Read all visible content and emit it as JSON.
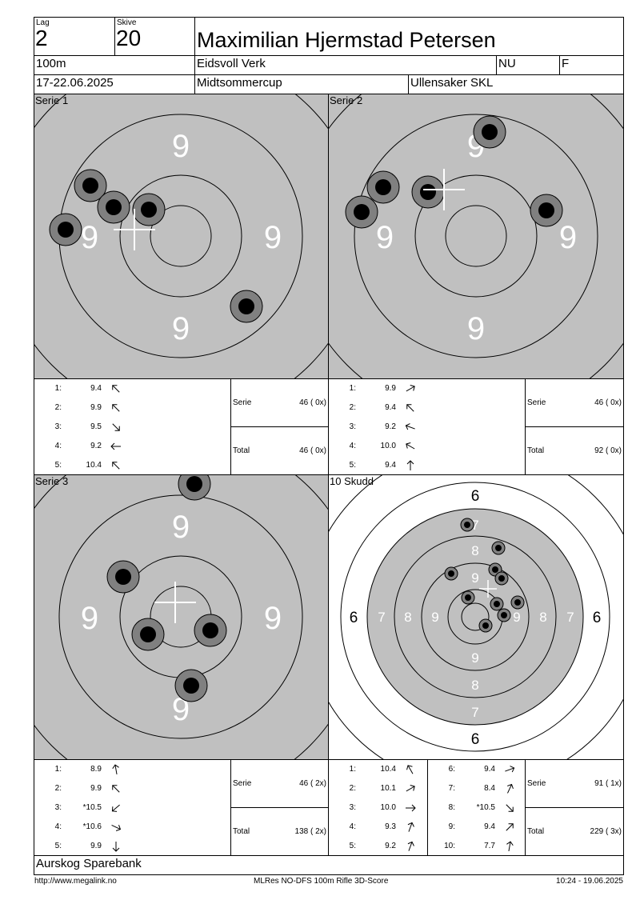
{
  "header": {
    "lag_label": "Lag",
    "lag_value": "2",
    "skive_label": "Skive",
    "skive_value": "20",
    "shooter_name": "Maximilian Hjermstad Petersen",
    "distance": "100m",
    "venue": "Eidsvoll Verk",
    "class": "NU",
    "category": "F",
    "dates": "17-22.06.2025",
    "competition": "Midtsommercup",
    "club": "Ullensaker SKL"
  },
  "series": [
    {
      "title": "Serie 1",
      "shots": [
        {
          "n": "1:",
          "v": "9.4",
          "dir": 315
        },
        {
          "n": "2:",
          "v": "9.9",
          "dir": 315
        },
        {
          "n": "3:",
          "v": "9.5",
          "dir": 135
        },
        {
          "n": "4:",
          "v": "9.2",
          "dir": 270
        },
        {
          "n": "5:",
          "v": "10.4",
          "dir": 315
        }
      ],
      "serie_label": "Serie",
      "serie_value": "46 ( 0x)",
      "total_label": "Total",
      "total_value": "46 ( 0x)"
    },
    {
      "title": "Serie 2",
      "shots": [
        {
          "n": "1:",
          "v": "9.9",
          "dir": 60
        },
        {
          "n": "2:",
          "v": "9.4",
          "dir": 315
        },
        {
          "n": "3:",
          "v": "9.2",
          "dir": 290
        },
        {
          "n": "4:",
          "v": "10.0",
          "dir": 300
        },
        {
          "n": "5:",
          "v": "9.4",
          "dir": 0
        }
      ],
      "serie_label": "Serie",
      "serie_value": "46 ( 0x)",
      "total_label": "Total",
      "total_value": "92 ( 0x)"
    },
    {
      "title": "Serie 3",
      "shots": [
        {
          "n": "1:",
          "v": "8.9",
          "dir": 350
        },
        {
          "n": "2:",
          "v": "9.9",
          "dir": 315
        },
        {
          "n": "3:",
          "v": "*10.5",
          "dir": 230
        },
        {
          "n": "4:",
          "v": "*10.6",
          "dir": 115
        },
        {
          "n": "5:",
          "v": "9.9",
          "dir": 180
        }
      ],
      "serie_label": "Serie",
      "serie_value": "46 ( 2x)",
      "total_label": "Total",
      "total_value": "138 ( 2x)"
    },
    {
      "title": "10 Skudd",
      "shots": [
        {
          "n": "1:",
          "v": "10.4",
          "dir": 330
        },
        {
          "n": "2:",
          "v": "10.1",
          "dir": 60
        },
        {
          "n": "3:",
          "v": "10.0",
          "dir": 90
        },
        {
          "n": "4:",
          "v": "9.3",
          "dir": 20
        },
        {
          "n": "5:",
          "v": "9.2",
          "dir": 20
        },
        {
          "n": "6:",
          "v": "9.4",
          "dir": 70
        },
        {
          "n": "7:",
          "v": "8.4",
          "dir": 25
        },
        {
          "n": "8:",
          "v": "*10.5",
          "dir": 135
        },
        {
          "n": "9:",
          "v": "9.4",
          "dir": 45
        },
        {
          "n": "10:",
          "v": "7.7",
          "dir": 10
        }
      ],
      "serie_label": "Serie",
      "serie_value": "91 ( 1x)",
      "total_label": "Total",
      "total_value": "229 ( 3x)"
    }
  ],
  "target_labels": {
    "ring9": "9",
    "ring8": "8",
    "ring7": "7",
    "ring6": "6"
  },
  "sponsor": "Aurskog Sparebank",
  "footer": {
    "url": "http://www.megalink.no",
    "software": "MLRes NO-DFS 100m Rifle 3D-Score",
    "timestamp": "10:24 - 19.06.2025"
  },
  "colors": {
    "target_gray": "#c0c0c0",
    "shot_outer": "#808080",
    "shot_inner": "#000000"
  }
}
